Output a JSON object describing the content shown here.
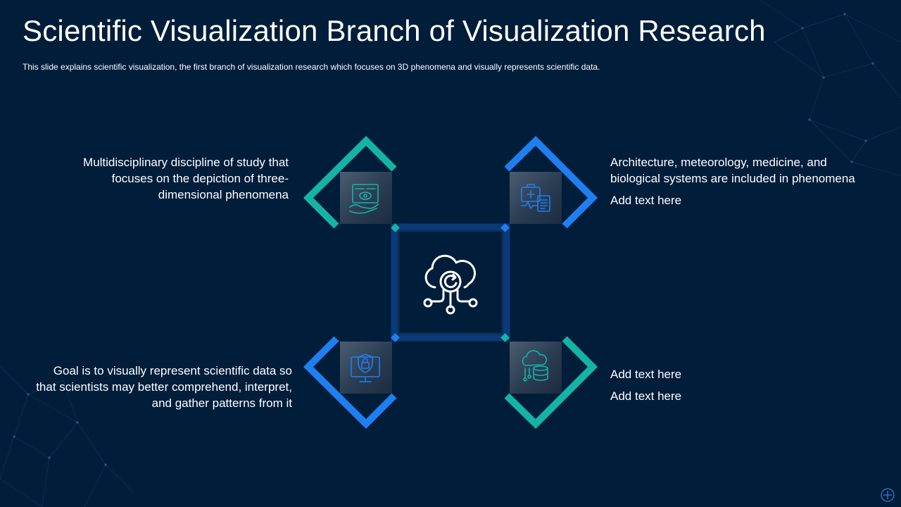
{
  "title": "Scientific Visualization Branch of Visualization Research",
  "subtitle": "This slide explains scientific visualization, the first branch of visualization research which focuses on 3D phenomena and visually represents scientific data.",
  "colors": {
    "background": "#001d3a",
    "teal": "#14b3a6",
    "blue": "#1f7ef0",
    "center_frame": "#0b3a78"
  },
  "center": {
    "icon": "cloud-sync-network-icon"
  },
  "items": [
    {
      "position": "top-left",
      "icon": "scientific-data-hand-icon",
      "lines": [
        "Multidisciplinary discipline of study that focuses on the depiction of three-dimensional phenomena"
      ]
    },
    {
      "position": "top-right",
      "icon": "medical-kit-report-icon",
      "lines": [
        "Architecture, meteorology, medicine, and biological systems are included in phenomena",
        "Add text here"
      ]
    },
    {
      "position": "bottom-left",
      "icon": "monitor-security-lock-icon",
      "lines": [
        "Goal is to visually represent scientific data so that scientists may better comprehend, interpret, and gather patterns from it"
      ]
    },
    {
      "position": "bottom-right",
      "icon": "cloud-database-icon",
      "lines": [
        "Add text here",
        "Add text here"
      ]
    }
  ]
}
